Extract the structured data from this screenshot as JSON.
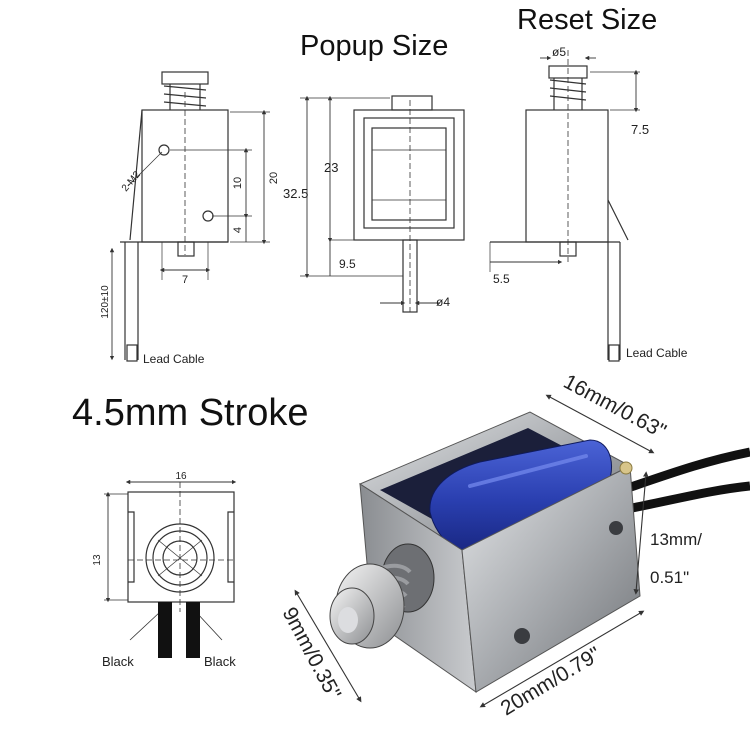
{
  "headings": {
    "popup_size": "Popup Size",
    "reset_size": "Reset Size",
    "stroke": "4.5mm Stroke"
  },
  "drawings": {
    "side_view": {
      "thread_label": "2-M2",
      "height_total": "20",
      "height_mid": "10",
      "height_low": "4",
      "width_bottom": "7",
      "cable_length": "120±10",
      "lead_label": "Lead Cable"
    },
    "popup_view": {
      "overall_height": "32.5",
      "body_height": "23",
      "offset": "9.5",
      "plunger_dia": "ø4"
    },
    "reset_view": {
      "top_dia": "ø5",
      "protrusion": "7.5",
      "bottom_offset": "5.5",
      "lead_label": "Lead Cable"
    },
    "end_view": {
      "width": "16",
      "height": "13",
      "wire_left": "Black",
      "wire_right": "Black"
    }
  },
  "photo": {
    "dim_top": "16mm/0.63\"",
    "dim_right_1": "13mm/",
    "dim_right_2": "0.51\"",
    "dim_bottom": "20mm/0.79\"",
    "dim_left": "9mm/0.35\""
  },
  "colors": {
    "coil_blue": "#2a3fb0",
    "steel": "#b7b9bc",
    "line": "#333333",
    "wire": "#111111"
  }
}
